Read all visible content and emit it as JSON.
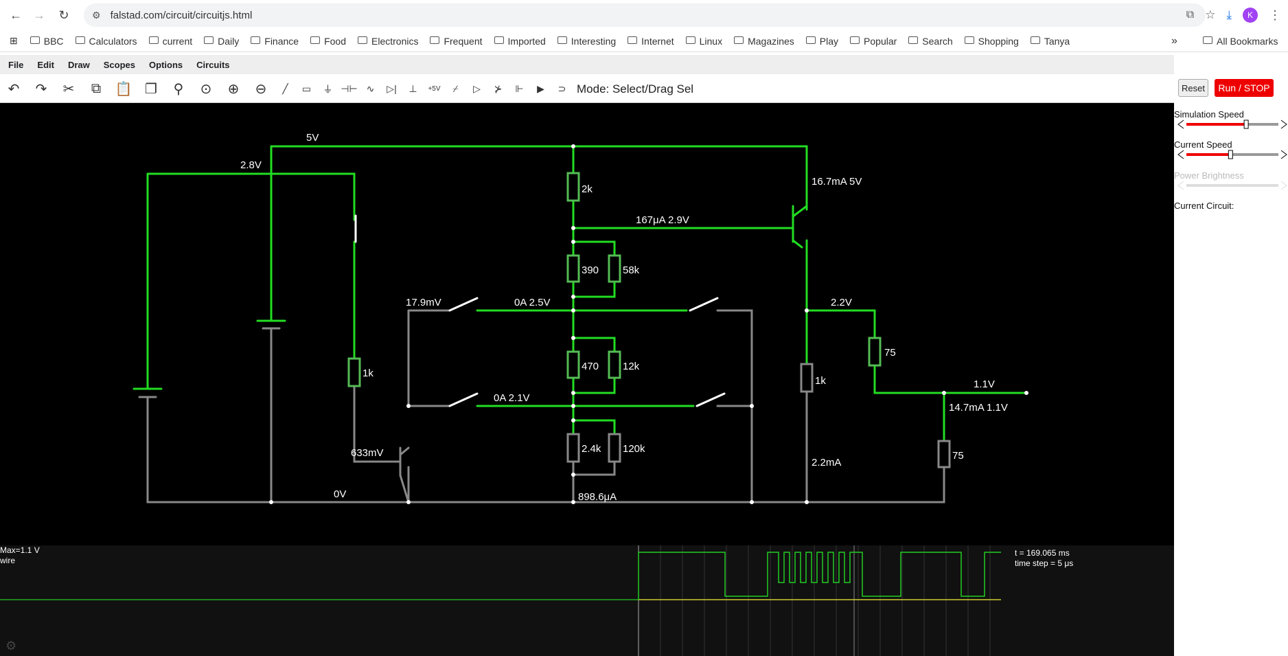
{
  "browser": {
    "url": "falstad.com/circuit/circuitjs.html",
    "profile_initial": "K",
    "nav_icons": [
      "back-icon",
      "forward-icon",
      "reload-icon"
    ]
  },
  "bookmarks": {
    "items": [
      "BBC",
      "Calculators",
      "current",
      "Daily",
      "Finance",
      "Food",
      "Electronics",
      "Frequent",
      "Imported",
      "Interesting",
      "Internet",
      "Linux",
      "Magazines",
      "Play",
      "Popular",
      "Search",
      "Shopping",
      "Tanya"
    ],
    "more": "»",
    "all": "All Bookmarks"
  },
  "menu": {
    "items": [
      "File",
      "Edit",
      "Draw",
      "Scopes",
      "Options",
      "Circuits"
    ]
  },
  "toolbar": {
    "plus5v": "+5V",
    "mode": "Mode: Select/Drag Sel"
  },
  "side": {
    "reset": "Reset",
    "run": "Run / STOP",
    "sim_speed": "Simulation Speed",
    "current_speed": "Current Speed",
    "power_brightness": "Power Brightness",
    "current_circuit": "Current Circuit:",
    "sim_speed_value": 0.65,
    "current_speed_value": 0.48
  },
  "circuit": {
    "labels": {
      "v5": "5V",
      "v28": "2.8V",
      "r2k": "2k",
      "i167": "167μA 2.9V",
      "i167ma": "16.7mA 5V",
      "r390": "390",
      "r58k": "58k",
      "v179": "17.9mV",
      "a25": "0A 2.5V",
      "v22": "2.2V",
      "r75a": "75",
      "r1ka": "1k",
      "r470": "470",
      "r12k": "12k",
      "r1kb": "1k",
      "v11": "1.1V",
      "i147": "14.7mA 1.1V",
      "a21": "0A 2.1V",
      "v633": "633mV",
      "r24k": "2.4k",
      "r120k": "120k",
      "r75b": "75",
      "i22": "2.2mA",
      "v0": "0V",
      "i898": "898.6μA"
    }
  },
  "scope": {
    "max": "Max=1.1 V",
    "name": "wire",
    "time": "t = 169.065 ms",
    "timestep": "time step = 5 μs"
  },
  "colors": {
    "wire_on": "#22dd22",
    "wire_dim": "#777777",
    "resistor_dim": "#55bb55",
    "run_button": "#e00000",
    "scope_trace": "#22cc22",
    "scope_baseline": "#cccc33"
  }
}
